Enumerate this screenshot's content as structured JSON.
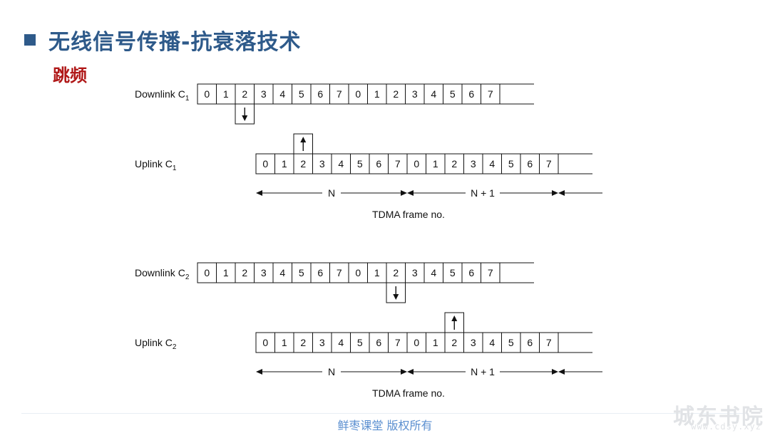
{
  "title": "无线信号传播-抗衰落技术",
  "subtitle": "跳频",
  "footer": "鲜枣课堂  版权所有",
  "watermark": {
    "name": "城东书院",
    "url": "www.cdsy.xyz"
  },
  "colors": {
    "title": "#2e5a8a",
    "subtitle": "#b01818",
    "footer": "#5b8fd0"
  },
  "slots": [
    "0",
    "1",
    "2",
    "3",
    "4",
    "5",
    "6",
    "7",
    "0",
    "1",
    "2",
    "3",
    "4",
    "5",
    "6",
    "7"
  ],
  "frame_labels": [
    "N",
    "N + 1"
  ],
  "frame_caption": "TDMA frame no.",
  "groups": [
    {
      "downlink": {
        "name": "Downlink C",
        "sub": "1",
        "hop_slot": 2
      },
      "uplink": {
        "name": "Uplink C",
        "sub": "1",
        "hop_slot": 2
      }
    },
    {
      "downlink": {
        "name": "Downlink C",
        "sub": "2",
        "hop_slot": 10
      },
      "uplink": {
        "name": "Uplink C",
        "sub": "2",
        "hop_slot": 10
      }
    }
  ]
}
